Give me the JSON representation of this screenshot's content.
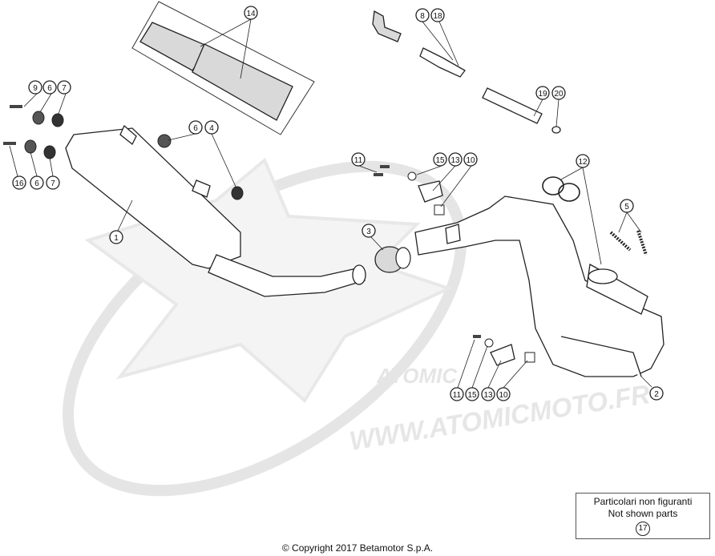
{
  "callouts": {
    "c14": "14",
    "c8": "8",
    "c18": "18",
    "c9": "9",
    "c6a": "6",
    "c7a": "7",
    "c6b": "6",
    "c4": "4",
    "c19": "19",
    "c20": "20",
    "c16": "16",
    "c6c": "6",
    "c7b": "7",
    "c1": "1",
    "c11a": "11",
    "c15a": "15",
    "c13a": "13",
    "c10a": "10",
    "c12": "12",
    "c5": "5",
    "c3": "3",
    "c11b": "11",
    "c15b": "15",
    "c13b": "13",
    "c10b": "10",
    "c2": "2"
  },
  "watermark": {
    "url": "WWW.ATOMICMOTO.FR",
    "logo_letters": "ATOMIC"
  },
  "legend": {
    "line1": "Particolari non figuranti",
    "line2": "Not shown parts",
    "ref": "17"
  },
  "copyright": "© Copyright 2017 Betamotor S.p.A."
}
